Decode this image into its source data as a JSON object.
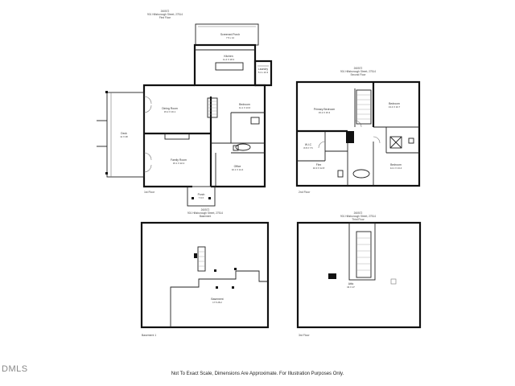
{
  "plans": {
    "first": {
      "header": {
        "id": "260572",
        "address": "901 Hillsborough Street, 27514",
        "level": "First Floor"
      },
      "label": "1st Floor",
      "rooms": [
        {
          "name": "Screened Porch",
          "dim": "7.5 x 14"
        },
        {
          "name": "Kitchen",
          "dim": "11.4 X 18.3"
        },
        {
          "name": "Laundry",
          "dim": "5.4 x 10.3"
        },
        {
          "name": "Dining Room",
          "dim": "15.2 X 16.1"
        },
        {
          "name": "Bedroom",
          "dim": "11.1 X 13.6"
        },
        {
          "name": "Deck",
          "dim": "11 X 28"
        },
        {
          "name": "Family Room",
          "dim": "15.1 X 22.2"
        },
        {
          "name": "Office",
          "dim": "10.1 X 14.4"
        },
        {
          "name": "Porch",
          "dim": "7.9 X"
        }
      ]
    },
    "second": {
      "header": {
        "id": "260572",
        "address": "901 Hillsborough Street, 27514",
        "level": "Second Floor"
      },
      "label": "2nd Floor",
      "rooms": [
        {
          "name": "Primary Bedroom",
          "dim": "15.2 X 15.3"
        },
        {
          "name": "Bedroom",
          "dim": "13.4 X 10.7"
        },
        {
          "name": "W.I.C",
          "dim": "8.8 X 7.5"
        },
        {
          "name": "Flex",
          "dim": "10.3 X 12.8"
        },
        {
          "name": "Bedroom",
          "dim": "14.1 X 13.4"
        }
      ]
    },
    "basement": {
      "header": {
        "id": "260572",
        "address": "901 Hillsborough Street, 27514",
        "level": "Basement"
      },
      "label": "Basement 1",
      "rooms": [
        {
          "name": "Basement",
          "dim": "17.5 28.2"
        }
      ]
    },
    "third": {
      "header": {
        "id": "260572",
        "address": "901 Hillsborough Street, 27514",
        "level": "Third Floor"
      },
      "label": "3rd Floor",
      "rooms": [
        {
          "name": "Attic",
          "dim": "34 X 27"
        }
      ]
    }
  },
  "disclaimer": "Not To Exact Scale, Dimensions Are Approximate. For Illustration Purposes Only.",
  "logo": "DMLS"
}
